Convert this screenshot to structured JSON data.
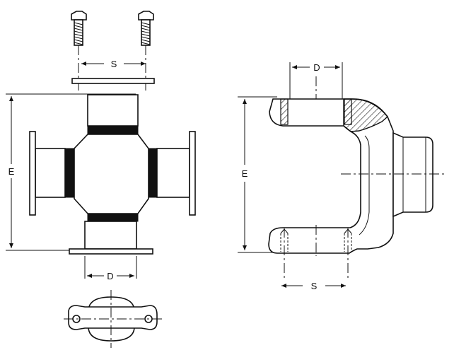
{
  "figure": {
    "left_view": {
      "labels": {
        "s": "S",
        "e": "E",
        "d": "D"
      }
    },
    "right_view": {
      "labels": {
        "d": "D",
        "e": "E",
        "s": "S"
      }
    },
    "colors": {
      "line": "#111111",
      "background": "#ffffff"
    }
  }
}
